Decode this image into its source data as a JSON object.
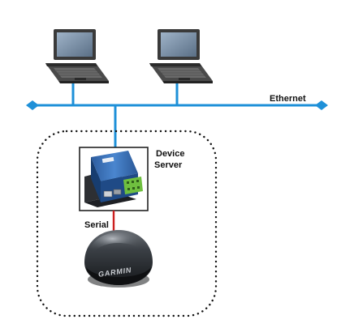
{
  "labels": {
    "ethernet": "Ethernet",
    "device_server_line1": "Device",
    "device_server_line2": "Server",
    "serial": "Serial",
    "gps_brand": "GARMIN"
  },
  "colors": {
    "network_line": "#1e90d8",
    "serial_line": "#cc1f1f",
    "enclosure_border": "#222222",
    "boundary_dots": "#111111",
    "device_body": "#3a6fb5",
    "terminal_block": "#6fbf3f",
    "gps_body": "#2a2d30"
  },
  "icons": {
    "laptop_left": "laptop-icon",
    "laptop_right": "laptop-icon",
    "device_server": "device-server-icon",
    "gps_receiver": "gps-receiver-icon"
  }
}
